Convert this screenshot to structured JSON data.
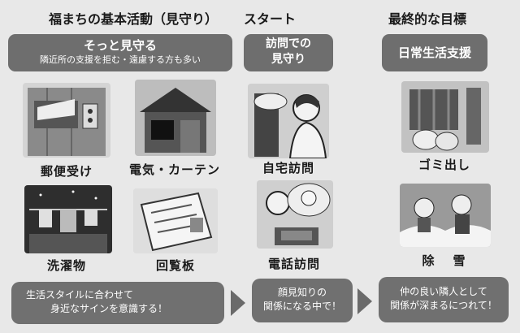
{
  "header": {
    "title_main": "福まちの基本活動（見守り）",
    "title_start": "スタート",
    "title_goal": "最終的な目標"
  },
  "pills": {
    "gentle_main": "そっと見守る",
    "gentle_sub": "隣近所の支援を拒む・遠慮する方も多い",
    "visit_line1": "訪問での",
    "visit_line2": "見守り",
    "daily": "日常生活支援"
  },
  "items": {
    "mailbox": "郵便受け",
    "electric": "電気・カーテン",
    "laundry": "洗濯物",
    "circular": "回覧板",
    "home_visit": "自宅訪問",
    "phone_visit": "電話訪問",
    "garbage": "ゴミ出し",
    "snow": "除　雪"
  },
  "bottom": {
    "b1_line1": "生活スタイルに合わせて",
    "b1_line2": "身近なサインを意識する！",
    "b2_line1": "顔見知りの",
    "b2_line2": "関係になる中で！",
    "b3_line1": "仲の良い隣人として",
    "b3_line2": "関係が深まるにつれて！"
  }
}
